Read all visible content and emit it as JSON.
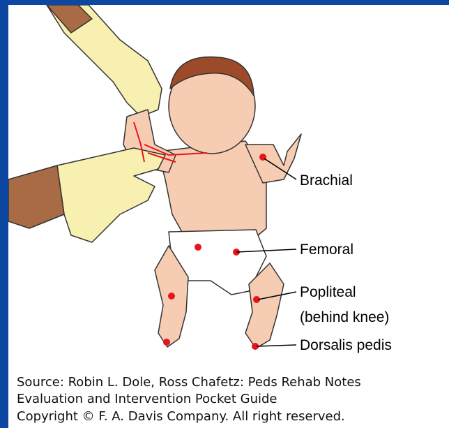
{
  "labels": {
    "brachial": "Brachial",
    "femoral": "Femoral",
    "popliteal": "Popliteal",
    "popliteal_note": "(behind knee)",
    "dorsalis_pedis": "Dorsalis pedis"
  },
  "caption": {
    "line1": "Source: Robin L. Dole, Ross Chafetz: Peds Rehab Notes",
    "line2": "Evaluation and Intervention Pocket Guide",
    "line3": "Copyright © F. A. Davis Company. All right reserved."
  },
  "colors": {
    "border": "#0d47a1",
    "skin": "#f6cdb2",
    "glove": "#f7f0b0",
    "pulse_point": "#e8141c",
    "hair": "#9c4a2a"
  }
}
